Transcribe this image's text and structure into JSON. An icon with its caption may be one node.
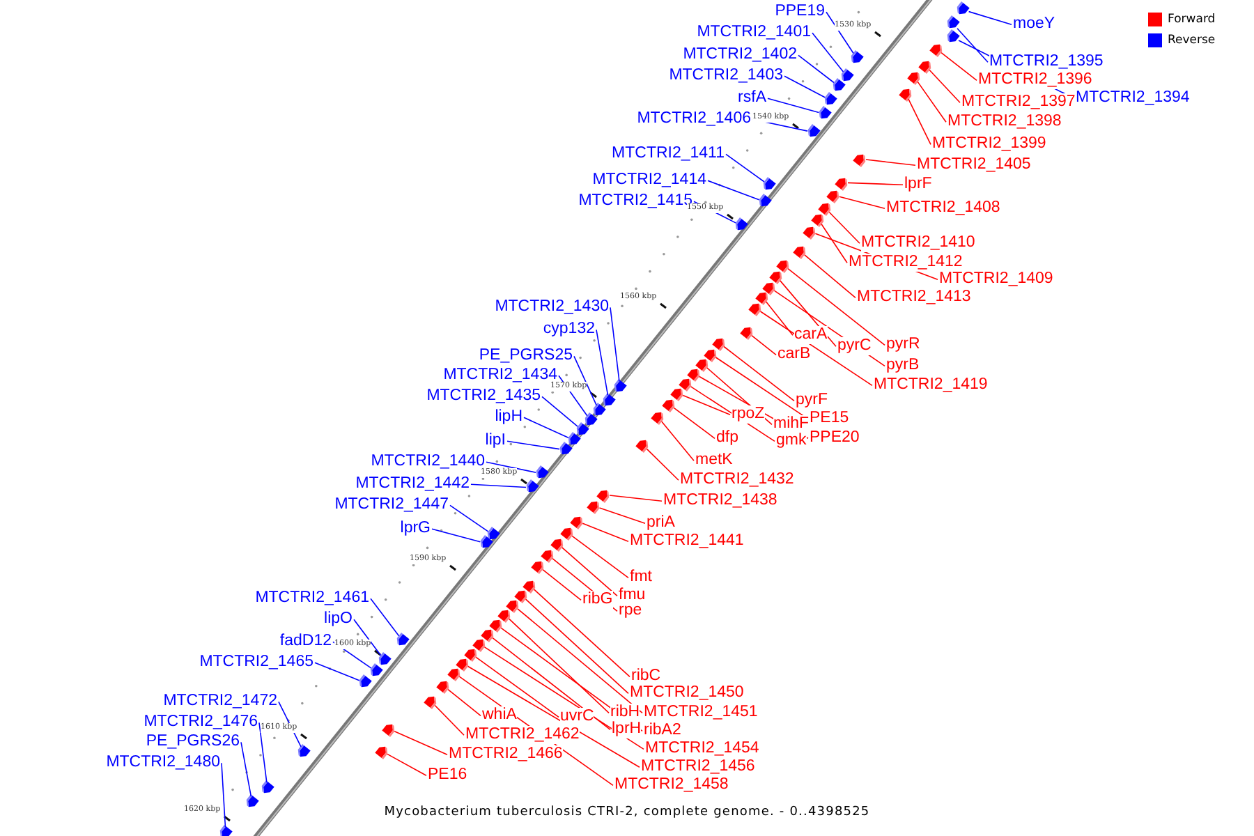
{
  "diagram": {
    "caption": "Mycobacterium tuberculosis CTRI-2, complete genome. - 0..4398525",
    "nodes": [
      {
        "text": [
          "PPE19"
        ]
      },
      {
        "text": [
          "MTCTRI2_1401"
        ]
      },
      {
        "text": [
          "MTCTRI2_1402"
        ]
      },
      {
        "text": [
          "MTCTRI2_1403"
        ]
      },
      {
        "text": [
          "rsfA"
        ]
      },
      {
        "text": [
          "MTCTRI2_1406"
        ]
      },
      {
        "text": [
          "MTCTRI2_1411"
        ]
      },
      {
        "text": [
          "MTCTRI2_1414"
        ]
      },
      {
        "text": [
          "MTCTRI2_1415"
        ]
      },
      {
        "text": [
          "MTCTRI2_1430"
        ]
      },
      {
        "text": [
          "cyp132"
        ]
      },
      {
        "text": [
          "PE_PGRS25"
        ]
      },
      {
        "text": [
          "MTCTRI2_1434"
        ]
      },
      {
        "text": [
          "MTCTRI2_1435"
        ]
      },
      {
        "text": [
          "lipH"
        ]
      },
      {
        "text": [
          "lipI"
        ]
      },
      {
        "text": [
          "MTCTRI2_1440"
        ]
      },
      {
        "text": [
          "MTCTRI2_1442"
        ]
      },
      {
        "text": [
          "MTCTRI2_1447"
        ]
      },
      {
        "text": [
          "lprG"
        ]
      },
      {
        "text": [
          "MTCTRI2_1461"
        ]
      },
      {
        "text": [
          "lipO"
        ]
      },
      {
        "text": [
          "fadD12"
        ]
      },
      {
        "text": [
          "MTCTRI2_1465"
        ]
      },
      {
        "text": [
          "MTCTRI2_1472"
        ]
      },
      {
        "text": [
          "MTCTRI2_1476"
        ]
      },
      {
        "text": [
          "PE_PGRS26"
        ]
      },
      {
        "text": [
          "MTCTRI2_1480"
        ]
      },
      {
        "text": [
          "moeY"
        ]
      },
      {
        "text": [
          "MTCTRI2_1395"
        ]
      },
      {
        "text": [
          "MTCTRI2_1394"
        ]
      },
      {
        "text": [
          "MTCTRI2_1396"
        ]
      },
      {
        "text": [
          "MTCTRI2_1397"
        ]
      },
      {
        "text": [
          "MTCTRI2_1398"
        ]
      },
      {
        "text": [
          "MTCTRI2_1399"
        ]
      },
      {
        "text": [
          "MTCTRI2_1405"
        ]
      },
      {
        "text": [
          "lprF"
        ]
      },
      {
        "text": [
          "MTCTRI2_1408"
        ]
      },
      {
        "text": [
          "MTCTRI2_1410"
        ]
      },
      {
        "text": [
          "MTCTRI2_1412"
        ]
      },
      {
        "text": [
          "MTCTRI2_1409"
        ]
      },
      {
        "text": [
          "MTCTRI2_1413"
        ]
      },
      {
        "text": [
          "carA"
        ]
      },
      {
        "text": [
          "pyrC"
        ]
      },
      {
        "text": [
          "pyrR"
        ]
      },
      {
        "text": [
          "carB"
        ]
      },
      {
        "text": [
          "pyrB"
        ]
      },
      {
        "text": [
          "MTCTRI2_1419"
        ]
      },
      {
        "text": [
          "pyrF"
        ]
      },
      {
        "text": [
          "rpoZ"
        ]
      },
      {
        "text": [
          "PE15"
        ]
      },
      {
        "text": [
          "mihF"
        ]
      },
      {
        "text": [
          "dfp"
        ]
      },
      {
        "text": [
          "PPE20"
        ]
      },
      {
        "text": [
          "gmk"
        ]
      },
      {
        "text": [
          "metK"
        ]
      },
      {
        "text": [
          "MTCTRI2_1432"
        ]
      },
      {
        "text": [
          "MTCTRI2_1438"
        ]
      },
      {
        "text": [
          "priA"
        ]
      },
      {
        "text": [
          "MTCTRI2_1441"
        ]
      },
      {
        "text": [
          "fmt"
        ]
      },
      {
        "text": [
          "fmu"
        ]
      },
      {
        "text": [
          "ribG"
        ]
      },
      {
        "text": [
          "rpe"
        ]
      },
      {
        "text": [
          "ribC"
        ]
      },
      {
        "text": [
          "MTCTRI2_1450"
        ]
      },
      {
        "text": [
          "MTCTRI2_1451"
        ]
      },
      {
        "text": [
          "ribH"
        ]
      },
      {
        "text": [
          "uvrC"
        ]
      },
      {
        "text": [
          "whiA"
        ]
      },
      {
        "text": [
          "lprH"
        ]
      },
      {
        "text": [
          "ribA2"
        ]
      },
      {
        "text": [
          "MTCTRI2_1462"
        ]
      },
      {
        "text": [
          "MTCTRI2_1454"
        ]
      },
      {
        "text": [
          "MTCTRI2_1466"
        ]
      },
      {
        "text": [
          "MTCTRI2_1456"
        ]
      },
      {
        "text": [
          "PE16"
        ]
      },
      {
        "text": [
          "MTCTRI2_1458"
        ]
      },
      {
        "text": [],
        "shape": "arrow"
      },
      {
        "text": [],
        "shape": "arrow"
      },
      {
        "text": [],
        "shape": "arrow"
      },
      {
        "text": [],
        "shape": "arrow"
      },
      {
        "text": [],
        "shape": "arrow"
      },
      {
        "text": [],
        "shape": "arrow"
      },
      {
        "text": [],
        "shape": "arrow"
      },
      {
        "text": [],
        "shape": "arrow"
      },
      {
        "text": [],
        "shape": "arrow"
      },
      {
        "text": [],
        "shape": "arrow"
      },
      {
        "text": [],
        "shape": "arrow"
      },
      {
        "text": [],
        "shape": "arrow"
      },
      {
        "text": [],
        "shape": "arrow"
      },
      {
        "text": [],
        "shape": "arrow"
      },
      {
        "text": [],
        "shape": "arrow"
      },
      {
        "text": [],
        "shape": "arrow"
      },
      {
        "text": [],
        "shape": "arrow"
      },
      {
        "text": [],
        "shape": "arrow"
      },
      {
        "text": [],
        "shape": "arrow"
      },
      {
        "text": [],
        "shape": "arrow"
      },
      {
        "text": [],
        "shape": "arrow"
      },
      {
        "text": [],
        "shape": "arrow"
      },
      {
        "text": [],
        "shape": "arrow"
      },
      {
        "text": [],
        "shape": "arrow"
      },
      {
        "text": [],
        "shape": "arrow"
      },
      {
        "text": [],
        "shape": "arrow"
      },
      {
        "text": [],
        "shape": "arrow"
      },
      {
        "text": [],
        "shape": "arrow"
      },
      {
        "text": [],
        "shape": "arrow"
      },
      {
        "text": [],
        "shape": "arrow"
      },
      {
        "text": [],
        "shape": "arrow"
      },
      {
        "text": [],
        "shape": "arrow"
      },
      {
        "text": [],
        "shape": "arrow"
      },
      {
        "text": [],
        "shape": "arrow"
      },
      {
        "text": [],
        "shape": "arrow"
      },
      {
        "text": [],
        "shape": "arrow"
      },
      {
        "text": [],
        "shape": "arrow"
      },
      {
        "text": [],
        "shape": "arrow"
      },
      {
        "text": [],
        "shape": "arrow"
      },
      {
        "text": [],
        "shape": "arrow"
      },
      {
        "text": [],
        "shape": "arrow"
      },
      {
        "text": [],
        "shape": "arrow"
      },
      {
        "text": [],
        "shape": "arrow"
      },
      {
        "text": [],
        "shape": "arrow"
      },
      {
        "text": [],
        "shape": "arrow"
      },
      {
        "text": [],
        "shape": "arrow"
      },
      {
        "text": [],
        "shape": "arrow"
      },
      {
        "text": [],
        "shape": "arrow"
      },
      {
        "text": [],
        "shape": "arrow"
      },
      {
        "text": [],
        "shape": "arrow"
      },
      {
        "text": [],
        "shape": "arrow"
      },
      {
        "text": [],
        "shape": "arrow"
      },
      {
        "text": [],
        "shape": "arrow"
      },
      {
        "text": [],
        "shape": "arrow"
      },
      {
        "text": [],
        "shape": "arrow"
      },
      {
        "text": [],
        "shape": "arrow"
      },
      {
        "text": [],
        "shape": "arrow"
      },
      {
        "text": [],
        "shape": "arrow"
      },
      {
        "text": [],
        "shape": "arrow"
      },
      {
        "text": [],
        "shape": "arrow"
      },
      {
        "text": [],
        "shape": "arrow"
      },
      {
        "text": [],
        "shape": "arrow"
      },
      {
        "text": [],
        "shape": "arrow"
      },
      {
        "text": [],
        "shape": "arrow"
      },
      {
        "text": [],
        "shape": "arrow"
      },
      {
        "text": [],
        "shape": "arrow"
      },
      {
        "text": [],
        "shape": "arrow"
      },
      {
        "text": [],
        "shape": "arrow"
      },
      {
        "text": [],
        "shape": "arrow"
      },
      {
        "text": [],
        "shape": "arrow"
      },
      {
        "text": [],
        "shape": "arrow"
      },
      {
        "text": [],
        "shape": "arrow"
      },
      {
        "text": [],
        "shape": "arrow"
      },
      {
        "text": [],
        "shape": "arrow"
      },
      {
        "text": [],
        "shape": "arrow"
      },
      {
        "text": [],
        "shape": "arrow"
      },
      {
        "text": [],
        "shape": "arrow"
      },
      {
        "text": [],
        "shape": "arrow"
      }
    ],
    "edges": [
      {
        "from": 0,
        "to": 78,
        "arrow": "none",
        "color": "#0000ff"
      },
      {
        "from": 1,
        "to": 79,
        "arrow": "none",
        "color": "#0000ff"
      },
      {
        "from": 2,
        "to": 80,
        "arrow": "none",
        "color": "#0000ff"
      },
      {
        "from": 3,
        "to": 81,
        "arrow": "none",
        "color": "#0000ff"
      },
      {
        "from": 4,
        "to": 82,
        "arrow": "none",
        "color": "#0000ff"
      },
      {
        "from": 5,
        "to": 83,
        "arrow": "none",
        "color": "#0000ff"
      },
      {
        "from": 6,
        "to": 84,
        "arrow": "none",
        "color": "#0000ff"
      },
      {
        "from": 7,
        "to": 85,
        "arrow": "none",
        "color": "#0000ff"
      },
      {
        "from": 8,
        "to": 86,
        "arrow": "none",
        "color": "#0000ff"
      },
      {
        "from": 9,
        "to": 87,
        "arrow": "none",
        "color": "#0000ff"
      },
      {
        "from": 10,
        "to": 88,
        "arrow": "none",
        "color": "#0000ff"
      },
      {
        "from": 11,
        "to": 89,
        "arrow": "none",
        "color": "#0000ff"
      },
      {
        "from": 12,
        "to": 90,
        "arrow": "none",
        "color": "#0000ff"
      },
      {
        "from": 13,
        "to": 91,
        "arrow": "none",
        "color": "#0000ff"
      },
      {
        "from": 14,
        "to": 92,
        "arrow": "none",
        "color": "#0000ff"
      },
      {
        "from": 15,
        "to": 93,
        "arrow": "none",
        "color": "#0000ff"
      },
      {
        "from": 16,
        "to": 94,
        "arrow": "none",
        "color": "#0000ff"
      },
      {
        "from": 17,
        "to": 95,
        "arrow": "none",
        "color": "#0000ff"
      },
      {
        "from": 18,
        "to": 96,
        "arrow": "none",
        "color": "#0000ff"
      },
      {
        "from": 19,
        "to": 97,
        "arrow": "none",
        "color": "#0000ff"
      },
      {
        "from": 20,
        "to": 98,
        "arrow": "none",
        "color": "#0000ff"
      },
      {
        "from": 21,
        "to": 99,
        "arrow": "none",
        "color": "#0000ff"
      },
      {
        "from": 22,
        "to": 100,
        "arrow": "none",
        "color": "#0000ff"
      },
      {
        "from": 23,
        "to": 101,
        "arrow": "none",
        "color": "#0000ff"
      },
      {
        "from": 24,
        "to": 102,
        "arrow": "none",
        "color": "#0000ff"
      },
      {
        "from": 25,
        "to": 103,
        "arrow": "none",
        "color": "#0000ff"
      },
      {
        "from": 26,
        "to": 104,
        "arrow": "none",
        "color": "#0000ff"
      },
      {
        "from": 27,
        "to": 105,
        "arrow": "none",
        "color": "#0000ff"
      },
      {
        "from": 28,
        "to": 106,
        "arrow": "none",
        "color": "#0000ff"
      },
      {
        "from": 29,
        "to": 107,
        "arrow": "none",
        "color": "#0000ff"
      },
      {
        "from": 30,
        "to": 108,
        "arrow": "none",
        "color": "#0000ff"
      },
      {
        "from": 31,
        "to": 109,
        "arrow": "none"
      },
      {
        "from": 32,
        "to": 110,
        "arrow": "none"
      },
      {
        "from": 33,
        "to": 111,
        "arrow": "none"
      },
      {
        "from": 34,
        "to": 112,
        "arrow": "none"
      },
      {
        "from": 35,
        "to": 113,
        "arrow": "none"
      },
      {
        "from": 36,
        "to": 114,
        "arrow": "none"
      },
      {
        "from": 37,
        "to": 115,
        "arrow": "none"
      },
      {
        "from": 38,
        "to": 116,
        "arrow": "none"
      },
      {
        "from": 39,
        "to": 117,
        "arrow": "none"
      },
      {
        "from": 40,
        "to": 118,
        "arrow": "none"
      },
      {
        "from": 41,
        "to": 119,
        "arrow": "none"
      },
      {
        "from": 42,
        "to": 120,
        "arrow": "none"
      },
      {
        "from": 43,
        "to": 121,
        "arrow": "none"
      },
      {
        "from": 44,
        "to": 122,
        "arrow": "none"
      },
      {
        "from": 45,
        "to": 123,
        "arrow": "none"
      },
      {
        "from": 46,
        "to": 124,
        "arrow": "none"
      },
      {
        "from": 47,
        "to": 125,
        "arrow": "none"
      },
      {
        "from": 48,
        "to": 126,
        "arrow": "none"
      },
      {
        "from": 49,
        "to": 127,
        "arrow": "none"
      },
      {
        "from": 50,
        "to": 128,
        "arrow": "none"
      },
      {
        "from": 51,
        "to": 129,
        "arrow": "none"
      },
      {
        "from": 52,
        "to": 130,
        "arrow": "none"
      },
      {
        "from": 53,
        "to": 131,
        "arrow": "none"
      },
      {
        "from": 54,
        "to": 132,
        "arrow": "none"
      },
      {
        "from": 55,
        "to": 133,
        "arrow": "none"
      },
      {
        "from": 56,
        "to": 134,
        "arrow": "none"
      },
      {
        "from": 57,
        "to": 135,
        "arrow": "none"
      },
      {
        "from": 58,
        "to": 136,
        "arrow": "none"
      },
      {
        "from": 59,
        "to": 137,
        "arrow": "none"
      },
      {
        "from": 60,
        "to": 138,
        "arrow": "none"
      },
      {
        "from": 61,
        "to": 139,
        "arrow": "none"
      },
      {
        "from": 62,
        "to": 140,
        "arrow": "none"
      },
      {
        "from": 63,
        "to": 141,
        "arrow": "none"
      },
      {
        "from": 64,
        "to": 142,
        "arrow": "none"
      },
      {
        "from": 65,
        "to": 143,
        "arrow": "none"
      },
      {
        "from": 66,
        "to": 144,
        "arrow": "none"
      },
      {
        "from": 67,
        "to": 145,
        "arrow": "none"
      },
      {
        "from": 68,
        "to": 146,
        "arrow": "none"
      },
      {
        "from": 69,
        "to": 147,
        "arrow": "none"
      },
      {
        "from": 70,
        "to": 148,
        "arrow": "none"
      },
      {
        "from": 71,
        "to": 149,
        "arrow": "none"
      },
      {
        "from": 72,
        "to": 150,
        "arrow": "none"
      },
      {
        "from": 73,
        "to": 151,
        "arrow": "none"
      },
      {
        "from": 74,
        "to": 152,
        "arrow": "none"
      },
      {
        "from": 75,
        "to": 153,
        "arrow": "none"
      },
      {
        "from": 76,
        "to": 154,
        "arrow": "none"
      },
      {
        "from": 77,
        "to": 155,
        "arrow": "none"
      }
    ],
    "labels": [
      "1530 kbp",
      "1540 kbp",
      "1550 kbp",
      "1560 kbp",
      "1570 kbp",
      "1580 kbp",
      "1590 kbp",
      "1600 kbp",
      "1610 kbp",
      "1620 kbp"
    ],
    "legend": [
      {
        "text": "Forward",
        "color": "#ff0000"
      },
      {
        "text": "Reverse",
        "color": "#0000ff"
      }
    ]
  }
}
